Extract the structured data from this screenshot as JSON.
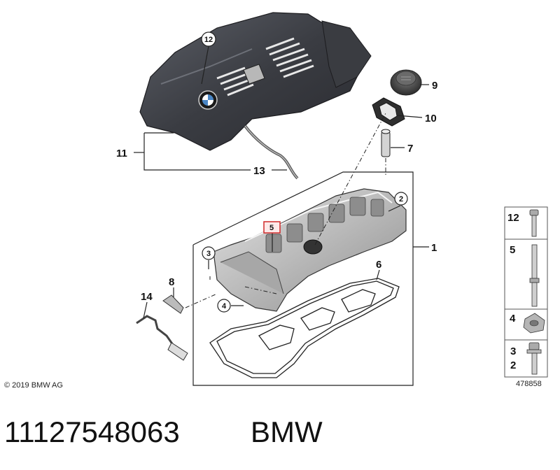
{
  "callouts": [
    {
      "id": "c12",
      "text": "12",
      "circled": true
    },
    {
      "id": "c9",
      "text": "9"
    },
    {
      "id": "c10",
      "text": "10"
    },
    {
      "id": "c7",
      "text": "7"
    },
    {
      "id": "c11",
      "text": "11"
    },
    {
      "id": "c13",
      "text": "13"
    },
    {
      "id": "c2",
      "text": "2",
      "circled": true
    },
    {
      "id": "c5",
      "text": "5",
      "boxed": true
    },
    {
      "id": "c1",
      "text": "1"
    },
    {
      "id": "c3",
      "text": "3",
      "circled": true
    },
    {
      "id": "c6",
      "text": "6"
    },
    {
      "id": "c8",
      "text": "8"
    },
    {
      "id": "c14",
      "text": "14"
    },
    {
      "id": "c4",
      "text": "4",
      "circled": true
    }
  ],
  "legend": {
    "rows": [
      {
        "labels": [
          "12"
        ],
        "part": "bolt"
      },
      {
        "labels": [
          "5"
        ],
        "part": "stud"
      },
      {
        "labels": [
          "4"
        ],
        "part": "clip-nut"
      },
      {
        "labels": [
          "3",
          "2"
        ],
        "part": "collar-bolt"
      }
    ]
  },
  "copyright": "© 2019 BMW AG",
  "figure_number": "478858",
  "part_number": "11127548063",
  "brand": "BMW"
}
